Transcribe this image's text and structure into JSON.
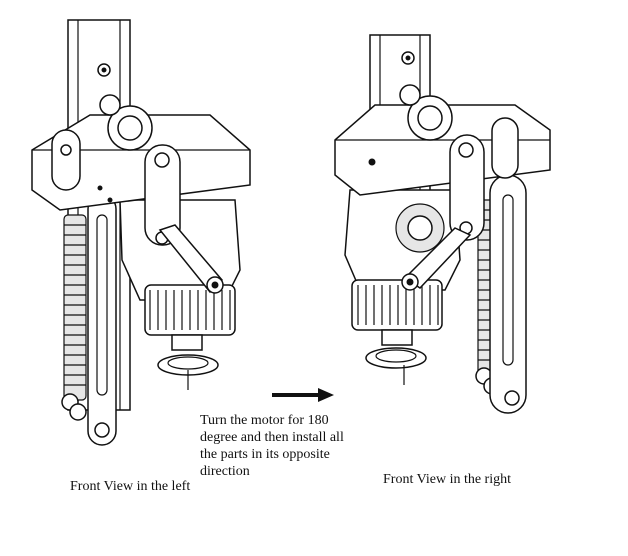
{
  "labels": {
    "left_caption": "Front View in the left",
    "right_caption": "Front View in the right",
    "instruction": [
      "Turn the motor for 180",
      "degree and then install all",
      "the parts in its opposite",
      "direction"
    ]
  },
  "icons": {
    "direction_arrow": "right-arrow"
  }
}
